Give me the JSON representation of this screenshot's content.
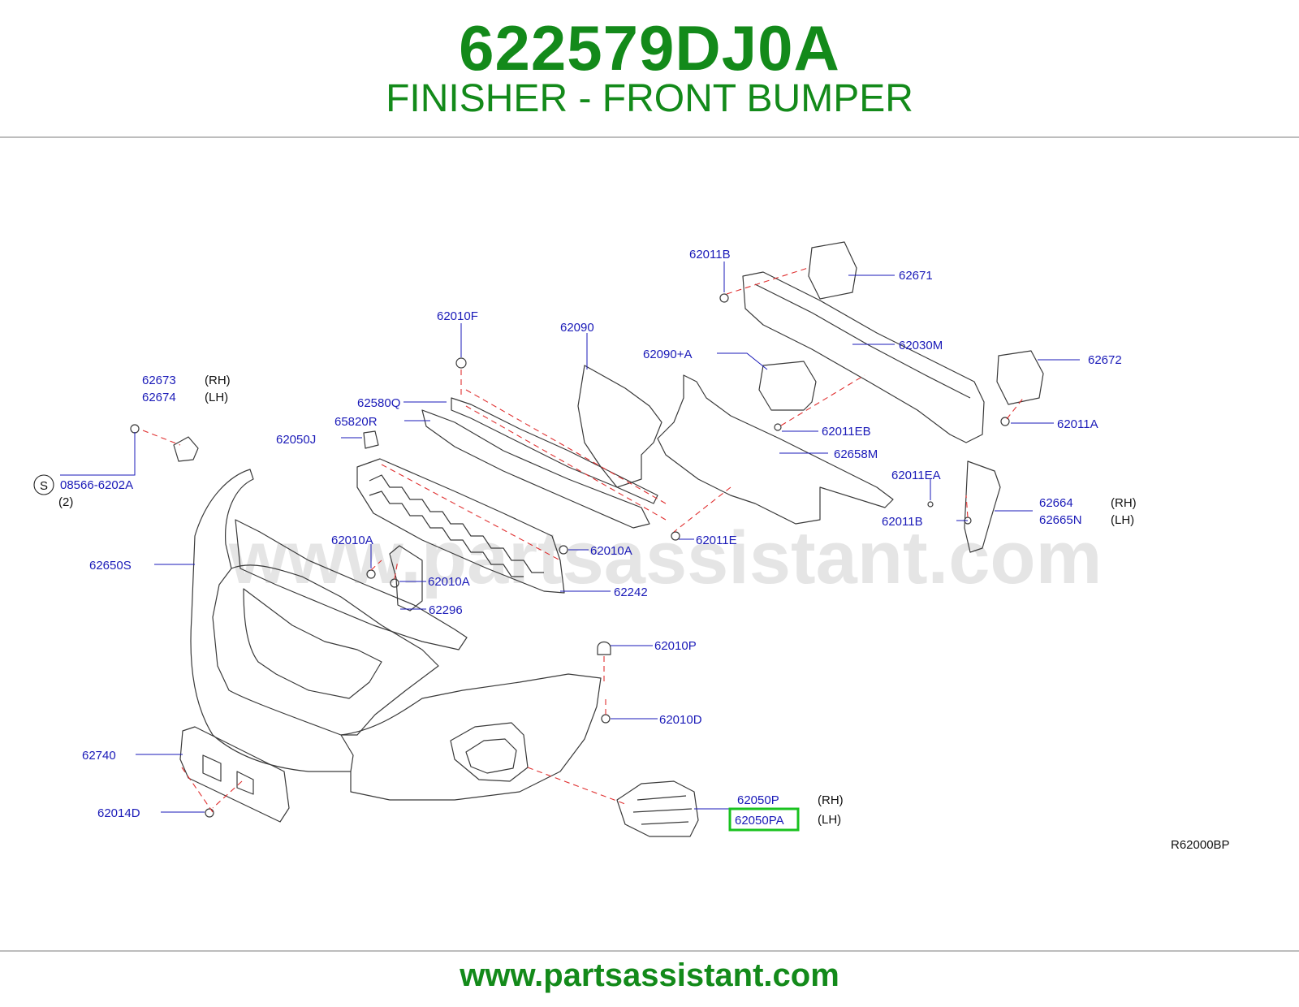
{
  "header": {
    "part_number": "622579DJ0A",
    "description": "FINISHER - FRONT BUMPER"
  },
  "watermark": "www.partsassistant.com",
  "diagram_code": "R62000BP",
  "footer": {
    "url": "www.partsassistant.com"
  },
  "colors": {
    "title": "#138a1a",
    "callout": "#1a1ab8",
    "dashed_line": "#e03030",
    "highlight": "#19c21f"
  },
  "callouts": {
    "c62011B_top": "62011B",
    "c62671": "62671",
    "c62010F": "62010F",
    "c62090": "62090",
    "c62030M": "62030M",
    "c62090A": "62090+A",
    "c62672": "62672",
    "c62673": "62673",
    "c62674": "62674",
    "c62580Q": "62580Q",
    "c65820R": "65820R",
    "c62050J": "62050J",
    "c62011EB": "62011EB",
    "c62011A": "62011A",
    "c62658M": "62658M",
    "c08566": "08566-6202A",
    "qty_08566": "(2)",
    "s_mark": "S",
    "c62011EA": "62011EA",
    "c62664": "62664",
    "c62665N": "62665N",
    "c62011B_mid": "62011B",
    "c62011E": "62011E",
    "c62010A_left": "62010A",
    "c62010A_mid": "62010A",
    "c62010A_low": "62010A",
    "c62650S": "62650S",
    "c62242": "62242",
    "c62296": "62296",
    "c62010P": "62010P",
    "c62010D": "62010D",
    "c62740": "62740",
    "c62050P": "62050P",
    "c62050PA": "62050PA",
    "c62014D": "62014D"
  },
  "sides": {
    "rh": "(RH)",
    "lh": "(LH)"
  }
}
